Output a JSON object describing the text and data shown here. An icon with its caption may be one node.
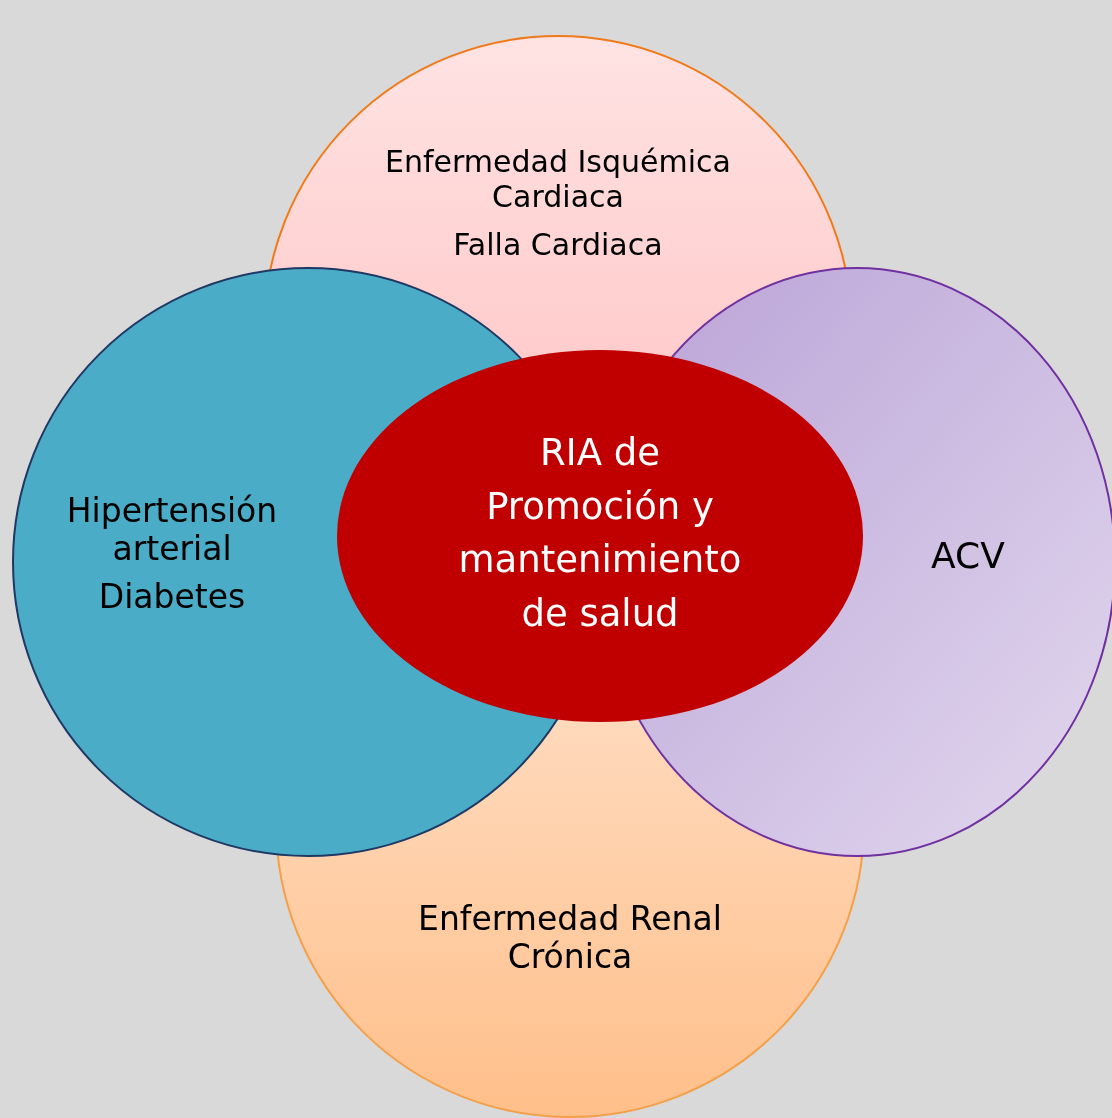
{
  "diagram": {
    "nodes": [
      {
        "text": [
          "Enfermedad Isquémica Cardiaca",
          "Falla Cardiaca"
        ]
      },
      {
        "text": [
          "Hipertensión arterial",
          "Diabetes"
        ]
      },
      {
        "text": [
          "RIA de Promoción y mantenimiento de salud"
        ]
      },
      {
        "text": [
          "ACV"
        ]
      },
      {
        "text": [
          "Enfermedad Renal Crónica"
        ]
      }
    ]
  }
}
